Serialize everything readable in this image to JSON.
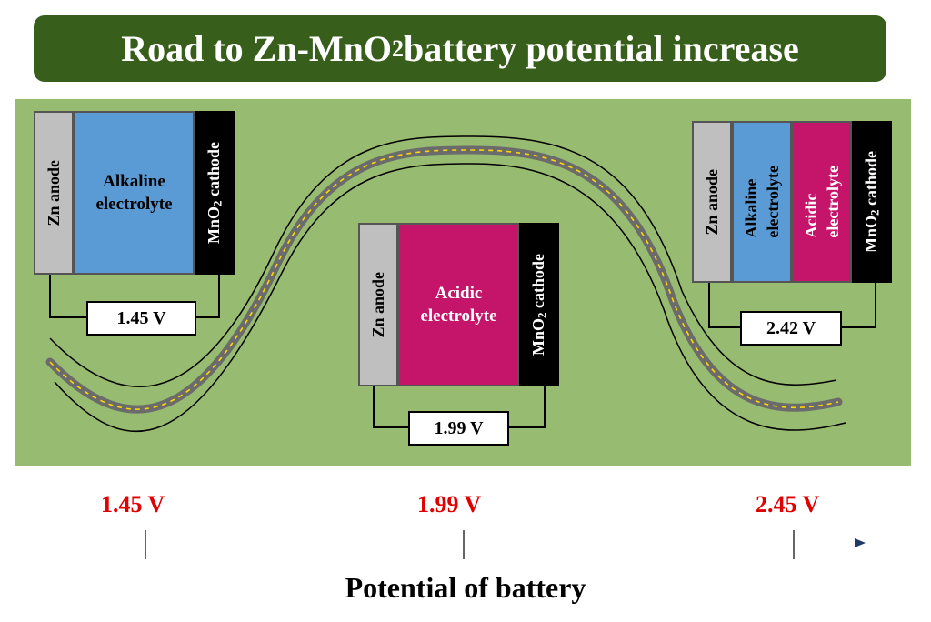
{
  "title": {
    "prefix": "Road to Zn-MnO",
    "sub": "2",
    "suffix": " battery potential increase"
  },
  "cells": {
    "alkaline": {
      "anode": "Zn anode",
      "electrolyte_line1": "Alkaline",
      "electrolyte_line2": "electrolyte",
      "cathode_prefix": "MnO",
      "cathode_sub": "2",
      "cathode_suffix": " cathode",
      "voltage": "1.45 V"
    },
    "acidic": {
      "anode": "Zn anode",
      "electrolyte_line1": "Acidic",
      "electrolyte_line2": "electrolyte",
      "cathode_prefix": "MnO",
      "cathode_sub": "2",
      "cathode_suffix": " cathode",
      "voltage": "1.99 V"
    },
    "decoupled": {
      "anode": "Zn anode",
      "alk_line1": "Alkaline",
      "alk_line2": "electrolyte",
      "acid_line1": "Acidic",
      "acid_line2": "electrolyte",
      "cathode_prefix": "MnO",
      "cathode_sub": "2",
      "cathode_suffix": " cathode",
      "voltage": "2.42 V"
    }
  },
  "axis": {
    "ticks": [
      "1.45 V",
      "1.99 V",
      "2.45 V"
    ],
    "title": "Potential of battery"
  },
  "colors": {
    "title_bg": "#375f1b",
    "field": "#97bb71",
    "anode": "#bfbfbf",
    "alkaline": "#5b9bd5",
    "acidic": "#c5156b",
    "cathode": "#000000",
    "tick_label": "#e00000"
  }
}
